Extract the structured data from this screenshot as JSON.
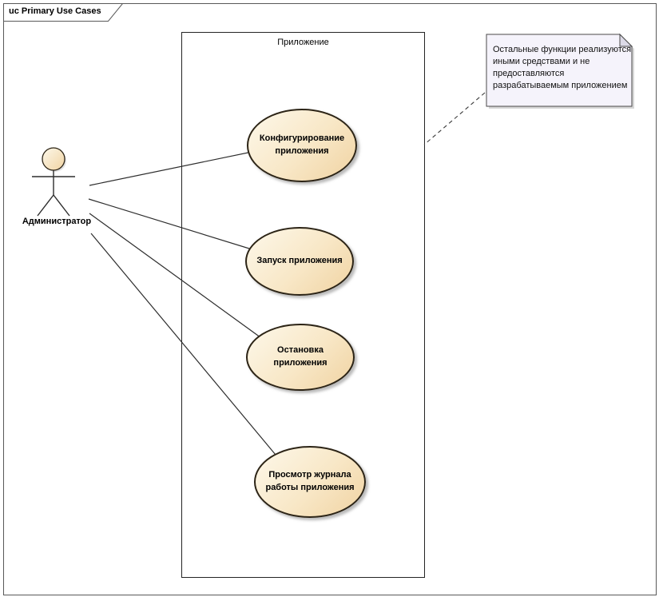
{
  "diagram_frame": {
    "label": "uc Primary Use Cases"
  },
  "system_boundary": {
    "label": "Приложение"
  },
  "actor": {
    "label": "Администратор"
  },
  "use_cases": [
    {
      "label": "Конфигурирование\nприложения"
    },
    {
      "label": "Запуск приложения"
    },
    {
      "label": "Остановка\nприложения"
    },
    {
      "label": "Просмотр журнала\nработы приложения"
    }
  ],
  "note": {
    "text": "Остальные функции реализуются\nиными средствами и не\nпредоставляются\nразрабатываемым приложением"
  },
  "colors": {
    "usecase_fill_top": "#fdf8ea",
    "usecase_fill_bottom": "#f0d3a2",
    "usecase_border": "#2c2416",
    "note_fill": "#f5f3fb",
    "note_fold": "#dcdae7",
    "note_border": "#4a4a4a",
    "connector_line": "#2d2d2d",
    "frame_border": "#595959",
    "boundary_border": "#242424"
  }
}
